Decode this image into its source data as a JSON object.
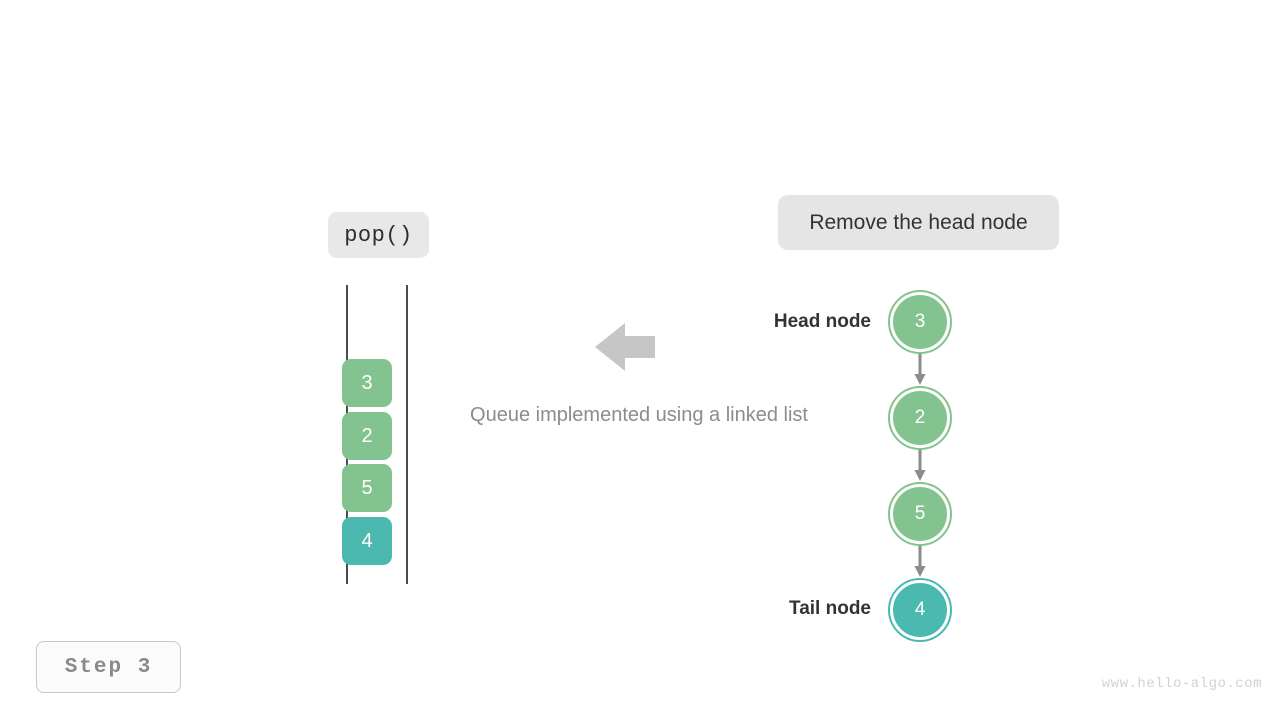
{
  "diagram": {
    "title": "Queue implemented using a linked list",
    "operation_label": "pop()",
    "action_label": "Remove the head node",
    "step_label": "Step 3",
    "watermark": "www.hello-algo.com",
    "colors": {
      "green": "#83c38f",
      "teal": "#4cb9b1",
      "arrow_gray": "#8c8c8c",
      "big_arrow_gray": "#c6c6c6",
      "rail_gray": "#4a4a52",
      "box_gray": "#e5e5e5",
      "caption_gray": "#8c8c8c",
      "watermark_gray": "#d2d2d2"
    }
  },
  "queue_column": {
    "cells": [
      {
        "value": "3",
        "color": "green"
      },
      {
        "value": "2",
        "color": "green"
      },
      {
        "value": "5",
        "color": "green"
      },
      {
        "value": "4",
        "color": "teal"
      }
    ]
  },
  "linked_list": {
    "head_label": "Head node",
    "tail_label": "Tail node",
    "nodes": [
      {
        "value": "3",
        "color": "green"
      },
      {
        "value": "2",
        "color": "green"
      },
      {
        "value": "5",
        "color": "green"
      },
      {
        "value": "4",
        "color": "teal"
      }
    ]
  }
}
